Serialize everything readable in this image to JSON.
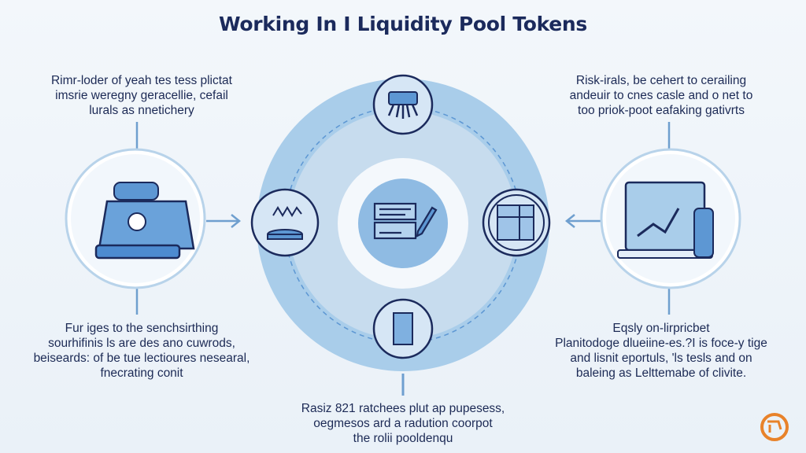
{
  "title": "Working In I Liquidity Pool Tokens",
  "texts": {
    "top_left": [
      "Rimr-loder of yeah tes tess plictat",
      "imsrie weregny geracellie, cefail",
      "lurals as nnetichery"
    ],
    "top_right": [
      "Risk-irals, be cehert to cerailing",
      "andeuir to cnes casle and o net to",
      "too priok-poot eafaking gativrts"
    ],
    "bottom_left": [
      "Fur iges to the senchsirthing",
      "sourhifinis ls are des ano cuwrods,",
      "beiseards: of be tue lectioures nesearal,",
      "fnecrating conit"
    ],
    "bottom_right": [
      "Eqsly on-lirpricbet",
      "Planitodoge dlueiine-es.?I is foce-y tige",
      "and lisnit eportuls, 'ls tesls and on",
      "baleing as Lelttemabe of clivite."
    ],
    "bottom_center": [
      "Rasiz 821 ratchees plut ap pupesess,",
      "oegmesos ard a radution coorpot",
      "the rolii pooldenqu"
    ]
  },
  "colors": {
    "navy": "#1b2a5c",
    "ring_outer": "#a9cdea",
    "ring_inner": "#c7dcee",
    "accent": "#e8822a"
  }
}
